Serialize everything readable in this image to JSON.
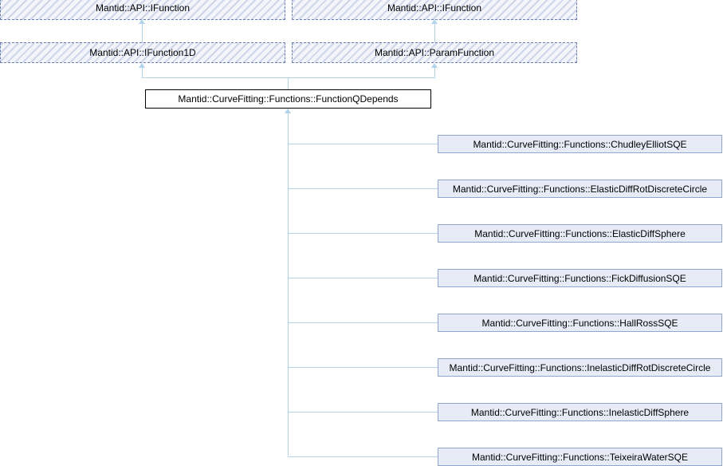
{
  "diagram": {
    "type": "inheritance-graph",
    "title": "Mantid::CurveFitting::Functions::FunctionQDepends inheritance diagram",
    "colors": {
      "abstract_border": "#6a7fae",
      "abstract_fill": "#f3f5fb",
      "abstract_hatch": "#b0bedc",
      "current_border": "#000000",
      "current_fill": "#ffffff",
      "derived_border": "#90a6cc",
      "derived_fill": "#e7ebf6",
      "edge": "#b2d4ea",
      "background": "#ffffff"
    }
  },
  "base_row1": [
    {
      "label": "Mantid::API::IFunction"
    },
    {
      "label": "Mantid::API::IFunction"
    }
  ],
  "base_row2": [
    {
      "label": "Mantid::API::IFunction1D"
    },
    {
      "label": "Mantid::API::ParamFunction"
    }
  ],
  "current": {
    "label": "Mantid::CurveFitting::Functions::FunctionQDepends"
  },
  "derived": [
    {
      "label": "Mantid::CurveFitting::Functions::ChudleyElliotSQE"
    },
    {
      "label": "Mantid::CurveFitting::Functions::ElasticDiffRotDiscreteCircle"
    },
    {
      "label": "Mantid::CurveFitting::Functions::ElasticDiffSphere"
    },
    {
      "label": "Mantid::CurveFitting::Functions::FickDiffusionSQE"
    },
    {
      "label": "Mantid::CurveFitting::Functions::HallRossSQE"
    },
    {
      "label": "Mantid::CurveFitting::Functions::InelasticDiffRotDiscreteCircle"
    },
    {
      "label": "Mantid::CurveFitting::Functions::InelasticDiffSphere"
    },
    {
      "label": "Mantid::CurveFitting::Functions::TeixeiraWaterSQE"
    }
  ]
}
